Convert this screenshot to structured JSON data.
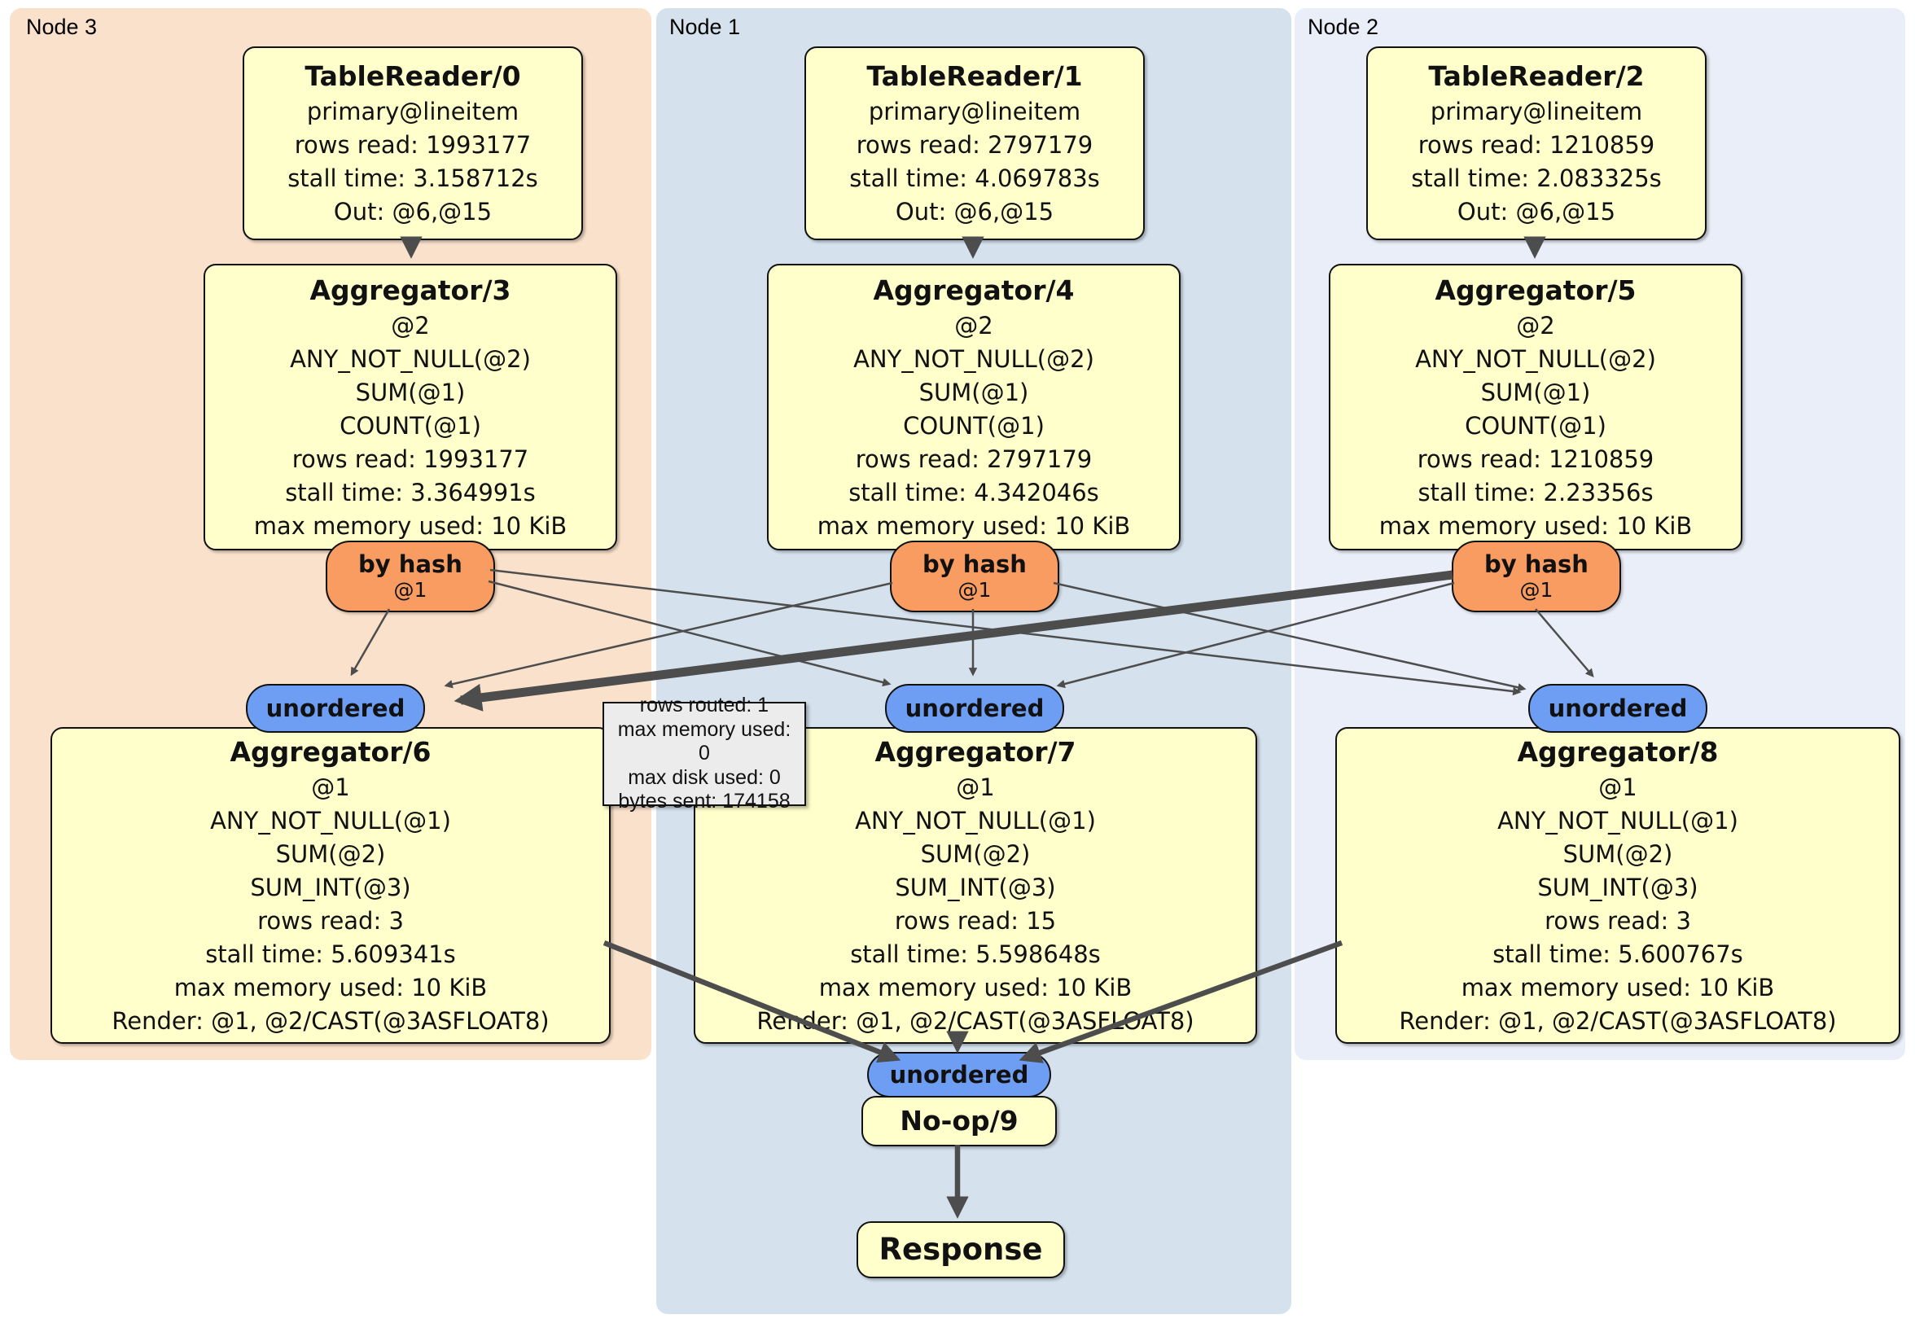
{
  "panels": [
    {
      "label": "Node 3"
    },
    {
      "label": "Node 1"
    },
    {
      "label": "Node 2"
    }
  ],
  "table_readers": [
    {
      "title": "TableReader/0",
      "index": "primary@lineitem",
      "rows": "rows read: 1993177",
      "stall": "stall time: 3.158712s",
      "out": "Out: @6,@15"
    },
    {
      "title": "TableReader/1",
      "index": "primary@lineitem",
      "rows": "rows read: 2797179",
      "stall": "stall time: 4.069783s",
      "out": "Out: @6,@15"
    },
    {
      "title": "TableReader/2",
      "index": "primary@lineitem",
      "rows": "rows read: 1210859",
      "stall": "stall time: 2.083325s",
      "out": "Out: @6,@15"
    }
  ],
  "agg_top": [
    {
      "title": "Aggregator/3",
      "group": "@2",
      "f1": "ANY_NOT_NULL(@2)",
      "f2": "SUM(@1)",
      "f3": "COUNT(@1)",
      "rows": "rows read: 1993177",
      "stall": "stall time: 3.364991s",
      "mem": "max memory used: 10 KiB"
    },
    {
      "title": "Aggregator/4",
      "group": "@2",
      "f1": "ANY_NOT_NULL(@2)",
      "f2": "SUM(@1)",
      "f3": "COUNT(@1)",
      "rows": "rows read: 2797179",
      "stall": "stall time: 4.342046s",
      "mem": "max memory used: 10 KiB"
    },
    {
      "title": "Aggregator/5",
      "group": "@2",
      "f1": "ANY_NOT_NULL(@2)",
      "f2": "SUM(@1)",
      "f3": "COUNT(@1)",
      "rows": "rows read: 1210859",
      "stall": "stall time: 2.23356s",
      "mem": "max memory used: 10 KiB"
    }
  ],
  "router": {
    "label": "by hash",
    "arg": "@1"
  },
  "stream": {
    "label": "unordered"
  },
  "agg_bottom": [
    {
      "title": "Aggregator/6",
      "group": "@1",
      "f1": "ANY_NOT_NULL(@1)",
      "f2": "SUM(@2)",
      "f3": "SUM_INT(@3)",
      "rows": "rows read: 3",
      "stall": "stall time: 5.609341s",
      "mem": "max memory used: 10 KiB",
      "render": "Render: @1, @2/CAST(@3ASFLOAT8)"
    },
    {
      "title": "Aggregator/7",
      "group": "@1",
      "f1": "ANY_NOT_NULL(@1)",
      "f2": "SUM(@2)",
      "f3": "SUM_INT(@3)",
      "rows": "rows read: 15",
      "stall": "stall time: 5.598648s",
      "mem": "max memory used: 10 KiB",
      "render": "Render: @1, @2/CAST(@3ASFLOAT8)"
    },
    {
      "title": "Aggregator/8",
      "group": "@1",
      "f1": "ANY_NOT_NULL(@1)",
      "f2": "SUM(@2)",
      "f3": "SUM_INT(@3)",
      "rows": "rows read: 3",
      "stall": "stall time: 5.600767s",
      "mem": "max memory used: 10 KiB",
      "render": "Render: @1, @2/CAST(@3ASFLOAT8)"
    }
  ],
  "edge_tooltip": {
    "rows": "rows routed: 1",
    "mem": "max memory used: 0",
    "disk": "max disk used: 0",
    "bytes": "bytes sent: 174158"
  },
  "noop": {
    "title": "No-op/9"
  },
  "response": {
    "title": "Response"
  },
  "colors": {
    "panel_node3": "#fae1cb",
    "panel_node1": "#d5e2ee",
    "panel_node2": "#eaeef8",
    "box_fill": "#ffffcc",
    "router_fill": "#f89c61",
    "stream_fill": "#6e9ef3",
    "edge": "#4d4d4d",
    "tooltip_fill": "#ececec"
  }
}
